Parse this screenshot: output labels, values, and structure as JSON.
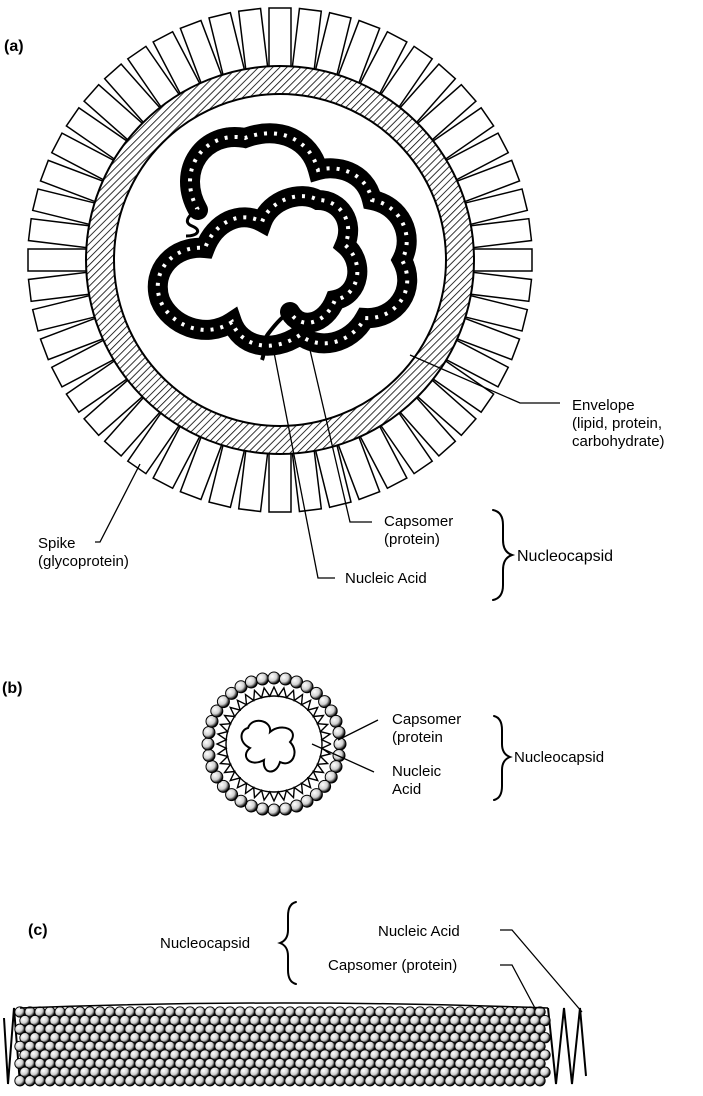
{
  "panel_a": {
    "letter": "(a)",
    "envelope": {
      "line1": "Envelope",
      "line2": "(lipid, protein,",
      "line3": "carbohydrate)"
    },
    "capsomer": {
      "line1": "Capsomer",
      "line2": "(protein)"
    },
    "nucleocapsid": "Nucleocapsid",
    "spike": {
      "line1": "Spike",
      "line2": "(glycoprotein)"
    },
    "nucleic_acid": "Nucleic Acid"
  },
  "panel_b": {
    "letter": "(b)",
    "capsomer": {
      "line1": "Capsomer",
      "line2": "(protein"
    },
    "nucleic_acid": {
      "line1": "Nucleic",
      "line2": "Acid"
    },
    "nucleocapsid": "Nucleocapsid"
  },
  "panel_c": {
    "letter": "(c)",
    "nucleocapsid": "Nucleocapsid",
    "nucleic_acid": "Nucleic Acid",
    "capsomer": "Capsomer (protein)"
  }
}
